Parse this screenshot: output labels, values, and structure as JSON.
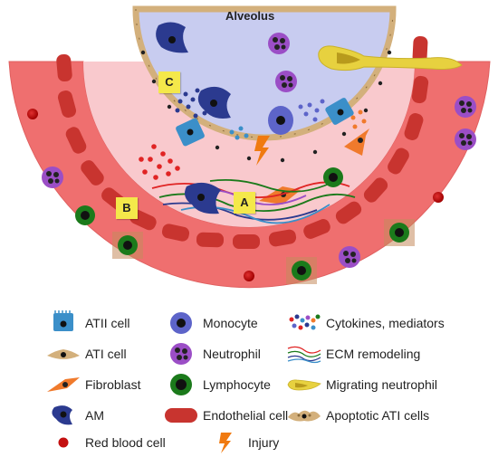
{
  "diagram": {
    "title": "Alveolus",
    "markers": {
      "a": "A",
      "b": "B",
      "c": "C"
    }
  },
  "legend": [
    {
      "key": "atii",
      "label": "ATII cell"
    },
    {
      "key": "monocyte",
      "label": "Monocyte"
    },
    {
      "key": "cytokines",
      "label": "Cytokines, mediators"
    },
    {
      "key": "ati",
      "label": "ATI cell"
    },
    {
      "key": "neutrophil",
      "label": "Neutrophil"
    },
    {
      "key": "ecm",
      "label": "ECM remodeling"
    },
    {
      "key": "fibroblast",
      "label": "Fibroblast"
    },
    {
      "key": "lymphocyte",
      "label": "Lymphocyte"
    },
    {
      "key": "migrating",
      "label": "Migrating neutrophil"
    },
    {
      "key": "am",
      "label": "AM"
    },
    {
      "key": "endothelial",
      "label": "Endothelial cell"
    },
    {
      "key": "apoptotic",
      "label": "Apoptotic ATI cells"
    },
    {
      "key": "rbc",
      "label": "Red blood cell"
    },
    {
      "key": "injury",
      "label": "Injury"
    }
  ],
  "colors": {
    "vessel_outer": "#ef6f6f",
    "vessel_inner": "#f9c9cd",
    "endothelial": "#c8342f",
    "alveolus_fill": "#c8ccf0",
    "ati_border": "#d3b07c",
    "neutrophil": "#9b4ec6",
    "lymphocyte": "#1b7a1b",
    "monocyte": "#5d64c9",
    "am": "#2b3a8f",
    "atii": "#3b8fc9",
    "fibroblast": "#f07a2c",
    "migrating": "#e7d13f",
    "rbc": "#c41010",
    "injury": "#f07a10",
    "marker": "#f4e84a"
  }
}
